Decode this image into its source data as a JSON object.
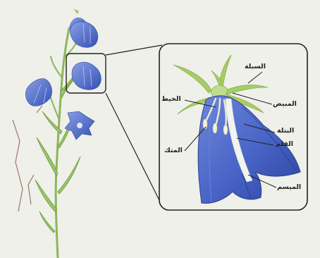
{
  "labels": {
    "sepal": "السبلة",
    "ovary": "المبيض",
    "filament": "الخيط",
    "petal": "البتلة",
    "style": "القلم",
    "anther": "المتك",
    "stigma": "الميسم"
  },
  "colors": {
    "background": "#eef0e9",
    "petal_blue": "#4a66c8",
    "petal_dark": "#2d44a0",
    "stem_green": "#8db55a",
    "leaf_green": "#9bc36a"
  }
}
